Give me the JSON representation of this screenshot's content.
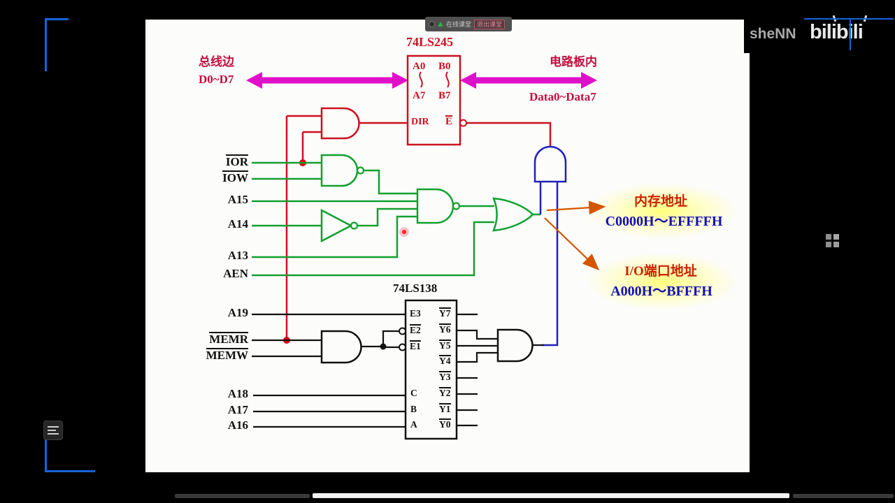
{
  "toolbar": {
    "record_label": "在线课堂",
    "exit_label": "退出课堂"
  },
  "watermark": {
    "username": "sheNN",
    "brand": "bilibili"
  },
  "slide": {
    "bus_left": {
      "title": "总线边",
      "range": "D0~D7"
    },
    "bus_right": {
      "title": "电路板内",
      "range": "Data0~Data7"
    },
    "chip245": {
      "title": "74LS245",
      "pins": {
        "a0": "A0",
        "b0": "B0",
        "a7": "A7",
        "b7": "B7",
        "dir": "DIR",
        "e": "E"
      }
    },
    "chip138": {
      "title": "74LS138",
      "left_pins": [
        "E3",
        "E2",
        "E1",
        "C",
        "B",
        "A"
      ],
      "right_pins": [
        "Y7",
        "Y6",
        "Y5",
        "Y4",
        "Y3",
        "Y2",
        "Y1",
        "Y0"
      ]
    },
    "signals": {
      "ior": "IOR",
      "iow": "IOW",
      "a15": "A15",
      "a14": "A14",
      "a13": "A13",
      "aen": "AEN",
      "a19": "A19",
      "memr": "MEMR",
      "memw": "MEMW",
      "a18": "A18",
      "a17": "A17",
      "a16": "A16"
    },
    "annotations": {
      "memory": {
        "title": "内存地址",
        "range": "C0000H～EFFFFH"
      },
      "io": {
        "title": "I/O端口地址",
        "range": "A000H～BFFFH"
      }
    }
  },
  "colors": {
    "chip245_red": "#cc1022",
    "wire_green": "#12a02e",
    "wire_blue": "#2020bb",
    "wire_black": "#111111",
    "bus_arrow_magenta": "#e010c8",
    "annotation_red": "#cc2200",
    "annotation_blue": "#1511b5",
    "bracket_blue": "#1565d8",
    "bus_label_red": "#c01040"
  }
}
